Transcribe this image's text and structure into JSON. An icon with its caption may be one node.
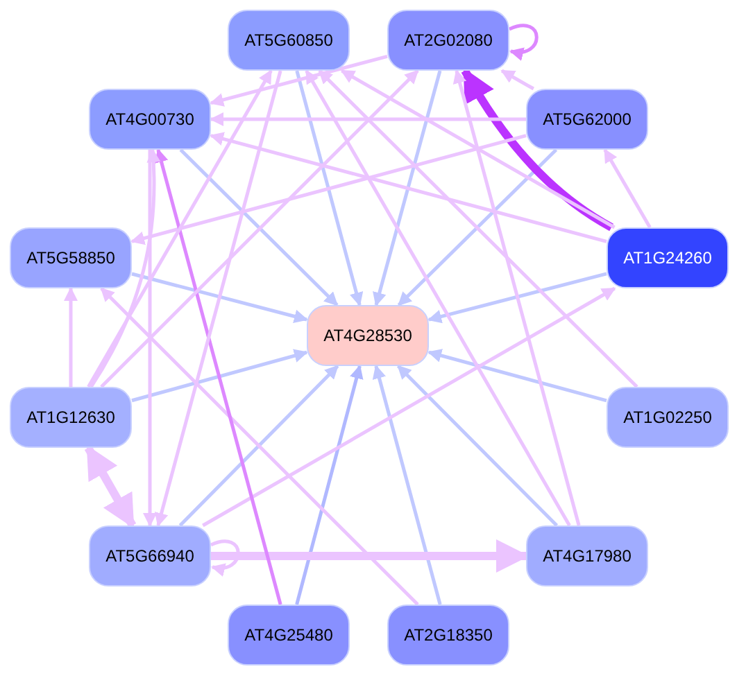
{
  "diagram": {
    "nodes": [
      {
        "text": [
          "AT5G60850"
        ]
      },
      {
        "text": [
          "AT2G02080"
        ]
      },
      {
        "text": [
          "AT4G00730"
        ]
      },
      {
        "text": [
          "AT5G62000"
        ]
      },
      {
        "text": [
          "AT5G58850"
        ]
      },
      {
        "text": [
          "AT1G24260"
        ]
      },
      {
        "text": [
          "AT4G28530"
        ]
      },
      {
        "text": [
          "AT1G12630"
        ]
      },
      {
        "text": [
          "AT1G02250"
        ]
      },
      {
        "text": [
          "AT5G66940"
        ]
      },
      {
        "text": [
          "AT4G17980"
        ]
      },
      {
        "text": [
          "AT4G25480"
        ]
      },
      {
        "text": [
          "AT2G18350"
        ]
      }
    ],
    "edges": [
      {
        "from": 0,
        "to": 6,
        "arrow": "to",
        "color": "#c0c8ff"
      },
      {
        "from": 1,
        "to": 6,
        "arrow": "to",
        "color": "#c0c8ff"
      },
      {
        "from": 2,
        "to": 6,
        "arrow": "to",
        "color": "#c0c8ff"
      },
      {
        "from": 3,
        "to": 6,
        "arrow": "to",
        "color": "#c0c8ff"
      },
      {
        "from": 4,
        "to": 6,
        "arrow": "to",
        "color": "#c0c8ff"
      },
      {
        "from": 5,
        "to": 6,
        "arrow": "to",
        "color": "#c0c8ff"
      },
      {
        "from": 7,
        "to": 6,
        "arrow": "to",
        "color": "#c0c8ff"
      },
      {
        "from": 8,
        "to": 6,
        "arrow": "to",
        "color": "#c0c8ff"
      },
      {
        "from": 9,
        "to": 6,
        "arrow": "to",
        "color": "#c0c8ff"
      },
      {
        "from": 10,
        "to": 6,
        "arrow": "to",
        "color": "#c0c8ff"
      },
      {
        "from": 11,
        "to": 6,
        "arrow": "to",
        "color": "#b0b8ff"
      },
      {
        "from": 12,
        "to": 6,
        "arrow": "to",
        "color": "#c0c8ff"
      },
      {
        "from": 1,
        "to": 1,
        "arrow": "to",
        "color": "#dd88ff"
      },
      {
        "from": 5,
        "to": 1,
        "arrow": "to",
        "style": "thick",
        "color": "#bb33ff"
      },
      {
        "from": 5,
        "to": 3,
        "arrow": "to"
      },
      {
        "from": 3,
        "to": 1,
        "arrow": "to"
      },
      {
        "from": 3,
        "to": 2,
        "arrow": "to"
      },
      {
        "from": 5,
        "to": 2,
        "arrow": "to"
      },
      {
        "from": 3,
        "to": 4,
        "arrow": "to"
      },
      {
        "from": 5,
        "to": 0,
        "arrow": "to"
      },
      {
        "from": 10,
        "to": 1,
        "arrow": "to"
      },
      {
        "from": 10,
        "to": 0,
        "arrow": "to"
      },
      {
        "from": 8,
        "to": 0,
        "arrow": "to"
      },
      {
        "from": 12,
        "to": 4,
        "arrow": "to"
      },
      {
        "from": 7,
        "to": 4,
        "arrow": "to"
      },
      {
        "from": 7,
        "to": 9,
        "arrow": "both",
        "style": "thick"
      },
      {
        "from": 9,
        "to": 9,
        "arrow": "to"
      },
      {
        "from": 9,
        "to": 10,
        "arrow": "to",
        "style": "thick"
      },
      {
        "from": 9,
        "to": 5,
        "arrow": "to"
      },
      {
        "from": 11,
        "to": 2,
        "arrow": "to",
        "color": "#dd88ff"
      },
      {
        "from": 7,
        "to": 0,
        "arrow": "to"
      },
      {
        "from": 7,
        "to": 1,
        "arrow": "to"
      },
      {
        "from": 7,
        "to": 2,
        "arrow": "to"
      },
      {
        "from": 2,
        "to": 9,
        "arrow": "to"
      },
      {
        "from": 0,
        "to": 9,
        "arrow": "to"
      },
      {
        "from": 1,
        "to": 2,
        "arrow": "to"
      }
    ]
  }
}
